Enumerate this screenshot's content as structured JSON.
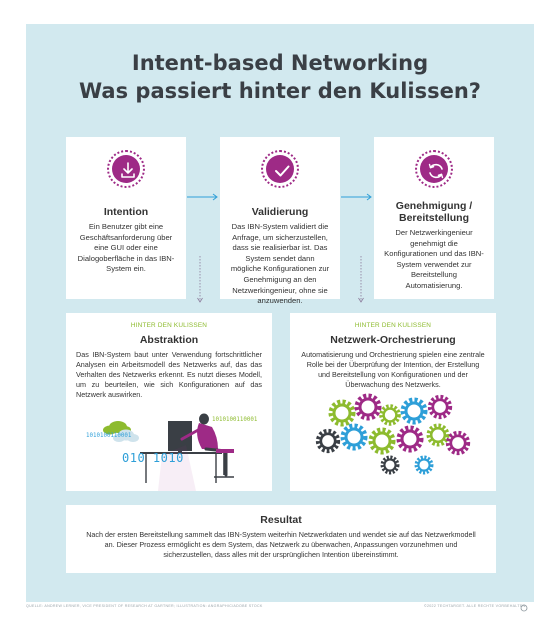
{
  "title": {
    "line1": "Intent-based Networking",
    "line2": "Was passiert hinter den Kulissen?"
  },
  "steps": [
    {
      "title": "Intention",
      "text": "Ein Benutzer gibt eine Geschäftsanforderung über eine GUI oder eine Dialogoberfläche in das IBN-System ein.",
      "icon": "download-icon"
    },
    {
      "title": "Validierung",
      "text": "Das IBN-System validiert die Anfrage, um sicherzustellen, dass sie realisierbar ist. Das System sendet dann mögliche Konfigurationen zur Genehmigung an den Netzwerkingenieur, ohne sie anzuwenden.",
      "icon": "checkmark-icon"
    },
    {
      "title_line1": "Genehmigung /",
      "title_line2": "Bereitstellung",
      "text": "Der Netzwerkingenieur genehmigt die Konfigurationen und das IBN-System verwendet zur Bereitstellung Automatisierung.",
      "icon": "refresh-icon"
    }
  ],
  "behind": [
    {
      "kicker": "HINTER DEN KULISSEN",
      "title": "Abstraktion",
      "text": "Das IBN-System baut unter Verwendung fortschrittlicher Analysen ein Arbeitsmodell des Netzwerks auf, das das Verhalten des Netzwerks erkennt. Es nutzt dieses Modell, um zu beurteilen, wie sich Konfigurationen auf das Netzwerk auswirken.",
      "binary1": "1010100110001",
      "binary2": "1010100110001",
      "binary3": "010 1010"
    },
    {
      "kicker": "HINTER DEN KULISSEN",
      "title": "Netzwerk-Orchestrierung",
      "text": "Automatisierung und Orchestrierung spielen eine zentrale Rolle bei der Überprüfung der Intention, der Erstellung und Bereitstellung von Konfigurationen und der Überwachung des Netzwerks."
    }
  ],
  "result": {
    "title": "Resultat",
    "text": "Nach der ersten Bereitstellung sammelt das IBN-System weiterhin Netzwerkdaten und wendet sie auf das Netzwerkmodell an. Dieser Prozess ermöglicht es dem System, das Netzwerk zu überwachen, Anpassungen vorzunehmen und sicherzustellen, dass alles mit der ursprünglichen Intention übereinstimmt."
  },
  "footer": {
    "left": "QUELLE: ANDREW LERNER, VICE PRESIDENT OF RESEARCH AT GARTNER; ILLUSTRATION: ANGRAPHIC/ADOBE STOCK",
    "right": "©2022 TECHTARGET. ALLE RECHTE VORBEHALTEN.",
    "brand": "TechTarget"
  },
  "colors": {
    "panel": "#d2e9ef",
    "accent_purple": "#9e2a86",
    "accent_green": "#8dbb2e",
    "arrow_blue": "#2e9fd8"
  }
}
